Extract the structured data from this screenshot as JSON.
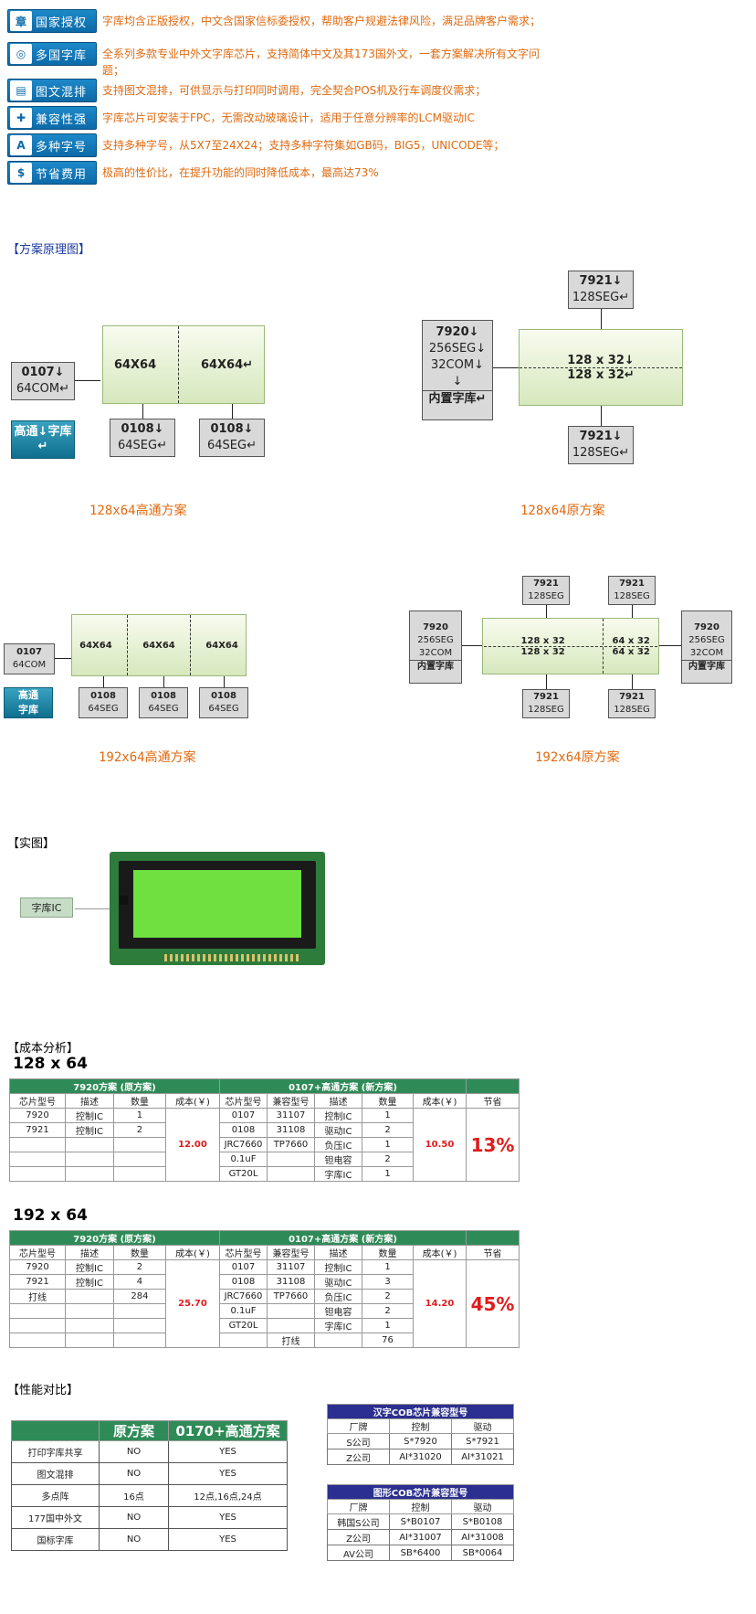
{
  "features": [
    {
      "label": "国家授权",
      "icon": "stamp-icon",
      "text": "字库均含正版授权，中文含国家信标委授权，帮助客户规避法律风险，满足品牌客户需求；"
    },
    {
      "label": "多国字库",
      "icon": "globe-icon",
      "text": "全系列多款专业中外文字库芯片，支持简体中文及其173国外文，一套方案解决所有文字问题；"
    },
    {
      "label": "图文混排",
      "icon": "layout-icon",
      "text": "支持图文混排，可供显示与打印同时调用，完全契合POS机及行车调度仪需求；"
    },
    {
      "label": "兼容性强",
      "icon": "puzzle-icon",
      "text": "字库芯片可安装于FPC，无需改动玻璃设计，适用于任意分辨率的LCM驱动IC"
    },
    {
      "label": "多种字号",
      "icon": "font-size-icon",
      "text": "支持多种字号，从5X7至24X24；支持多种字符集如GB码，BIG5，UNICODE等；"
    },
    {
      "label": "节省费用",
      "icon": "dollar-icon",
      "text": "极高的性价比，在提升功能的同时降低成本，最高达73%"
    }
  ],
  "sections": {
    "principle": "【方案原理图】",
    "photo": "【实图】",
    "cost": "【成本分析】",
    "perf": "【性能对比】"
  },
  "diag1": {
    "left1": "0107↓",
    "left2": "64COM↵",
    "g1": "64X64",
    "g2": "64X64↵",
    "b1a": "0108↓",
    "b1b": "64SEG↵",
    "b2a": "0108↓",
    "b2b": "64SEG↵",
    "gq": "高通↓字库↵",
    "cap": "128x64高通方案"
  },
  "diag2": {
    "top1": "7921↓",
    "top2": "128SEG↵",
    "l1": "7920↓",
    "l2": "256SEG↓",
    "l3": "32COM↓",
    "l4": "↓",
    "l5": "内置字库↵",
    "g1": "128 x 32↓",
    "g2": "128 x 32↵",
    "bot1": "7921↓",
    "bot2": "128SEG↵",
    "cap": "128x64原方案"
  },
  "diag3": {
    "left1": "0107",
    "left2": "64COM",
    "g": [
      "64X64",
      "64X64",
      "64X64"
    ],
    "b1": "0108",
    "b2": "64SEG",
    "gq1": "高通",
    "gq2": "字库",
    "cap": "192x64高通方案"
  },
  "diag4": {
    "t1": "7921",
    "t2": "128SEG",
    "l1": "7920",
    "l2": "256SEG",
    "l3": "32COM",
    "lib": "内置字库",
    "gA1": "128 x 32",
    "gA2": "128 x 32",
    "gB1": "64 x 32",
    "gB2": "64 x 32",
    "cap": "192x64原方案"
  },
  "photo": {
    "label": "字库IC"
  },
  "cost1": {
    "title": "128 x 64",
    "headA": "7920方案 (原方案)",
    "headB": "0107+高通方案 (新方案)",
    "cols": [
      "芯片型号",
      "描述",
      "数量",
      "成本(￥)",
      "芯片型号",
      "兼容型号",
      "描述",
      "数量",
      "成本(￥)",
      "节省"
    ],
    "rowsA": [
      [
        "7920",
        "控制IC",
        "1"
      ],
      [
        "7921",
        "控制IC",
        "2"
      ],
      [
        "",
        "",
        ""
      ],
      [
        "",
        "",
        ""
      ],
      [
        "",
        "",
        ""
      ]
    ],
    "rowsB": [
      [
        "0107",
        "31107",
        "控制IC",
        "1"
      ],
      [
        "0108",
        "31108",
        "驱动IC",
        "2"
      ],
      [
        "JRC7660",
        "TP7660",
        "负压IC",
        "1"
      ],
      [
        "0.1uF",
        "",
        "钽电容",
        "2"
      ],
      [
        "GT20L",
        "",
        "字库IC",
        "1"
      ]
    ],
    "costA": "12.00",
    "costB": "10.50",
    "save": "13%"
  },
  "cost2": {
    "title": "192 x 64",
    "headA": "7920方案 (原方案)",
    "headB": "0107+高通方案 (新方案)",
    "cols": [
      "芯片型号",
      "描述",
      "数量",
      "成本(￥)",
      "芯片型号",
      "兼容型号",
      "描述",
      "数量",
      "成本(￥)",
      "节省"
    ],
    "rowsA": [
      [
        "7920",
        "控制IC",
        "2"
      ],
      [
        "7921",
        "控制IC",
        "4"
      ],
      [
        "打线",
        "",
        "284"
      ],
      [
        "",
        "",
        ""
      ],
      [
        "",
        "",
        ""
      ],
      [
        "",
        "",
        ""
      ]
    ],
    "rowsB": [
      [
        "0107",
        "31107",
        "控制IC",
        "1"
      ],
      [
        "0108",
        "31108",
        "驱动IC",
        "3"
      ],
      [
        "JRC7660",
        "TP7660",
        "负压IC",
        "2"
      ],
      [
        "0.1uF",
        "",
        "钽电容",
        "2"
      ],
      [
        "GT20L",
        "",
        "字库IC",
        "1"
      ],
      [
        "",
        "打线",
        "",
        "76"
      ]
    ],
    "costA": "25.70",
    "costB": "14.20",
    "save": "45%"
  },
  "perf": {
    "cols": [
      "",
      "原方案",
      "0170+高通方案"
    ],
    "rows": [
      [
        "打印字库共享",
        "NO",
        "YES"
      ],
      [
        "图文混排",
        "NO",
        "YES"
      ],
      [
        "多点阵",
        "16点",
        "12点,16点,24点"
      ],
      [
        "177国中外文",
        "NO",
        "YES"
      ],
      [
        "国标字库",
        "NO",
        "YES"
      ]
    ]
  },
  "cob1": {
    "title": "汉字COB芯片兼容型号",
    "cols": [
      "厂牌",
      "控制",
      "驱动"
    ],
    "rows": [
      [
        "S公司",
        "S*7920",
        "S*7921"
      ],
      [
        "Z公司",
        "AI*31020",
        "AI*31021"
      ]
    ]
  },
  "cob2": {
    "title": "图形COB芯片兼容型号",
    "cols": [
      "厂牌",
      "控制",
      "驱动"
    ],
    "rows": [
      [
        "韩国S公司",
        "S*B0107",
        "S*B0108"
      ],
      [
        "Z公司",
        "AI*31007",
        "AI*31008"
      ],
      [
        "AV公司",
        "SB*6400",
        "SB*0064"
      ]
    ]
  }
}
